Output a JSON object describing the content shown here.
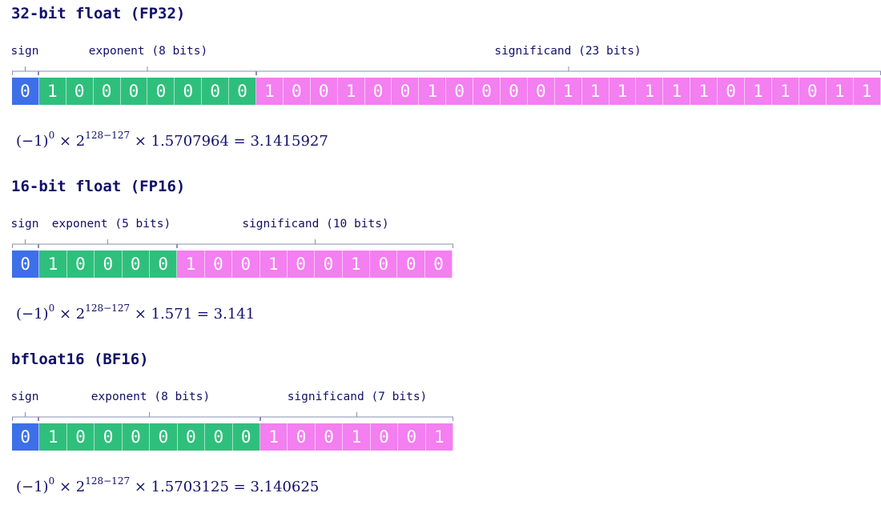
{
  "sections": [
    {
      "title": "32-bit float (FP32)",
      "labels": {
        "sign": "sign",
        "exponent": "exponent (8 bits)",
        "significand": "significand (23 bits)"
      },
      "bits": {
        "sign": [
          "0"
        ],
        "exponent": [
          "1",
          "0",
          "0",
          "0",
          "0",
          "0",
          "0",
          "0"
        ],
        "significand": [
          "1",
          "0",
          "0",
          "1",
          "0",
          "0",
          "1",
          "0",
          "0",
          "0",
          "0",
          "1",
          "1",
          "1",
          "1",
          "1",
          "1",
          "0",
          "1",
          "1",
          "0",
          "1",
          "1"
        ]
      },
      "formula": {
        "base": "(−1)",
        "sign_exp": "0",
        "times1": " × 2",
        "exp_expr": "128−127",
        "rest": " × 1.5707964 = 3.1415927"
      }
    },
    {
      "title": "16-bit float (FP16)",
      "labels": {
        "sign": "sign",
        "exponent": "exponent (5 bits)",
        "significand": "significand (10 bits)"
      },
      "bits": {
        "sign": [
          "0"
        ],
        "exponent": [
          "1",
          "0",
          "0",
          "0",
          "0"
        ],
        "significand": [
          "1",
          "0",
          "0",
          "1",
          "0",
          "0",
          "1",
          "0",
          "0",
          "0"
        ]
      },
      "formula": {
        "base": "(−1)",
        "sign_exp": "0",
        "times1": " × 2",
        "exp_expr": "128−127",
        "rest": " × 1.571 = 3.141"
      }
    },
    {
      "title": "bfloat16 (BF16)",
      "labels": {
        "sign": "sign",
        "exponent": "exponent (8 bits)",
        "significand": "significand (7 bits)"
      },
      "bits": {
        "sign": [
          "0"
        ],
        "exponent": [
          "1",
          "0",
          "0",
          "0",
          "0",
          "0",
          "0",
          "0"
        ],
        "significand": [
          "1",
          "0",
          "0",
          "1",
          "0",
          "0",
          "1"
        ]
      },
      "formula": {
        "base": "(−1)",
        "sign_exp": "0",
        "times1": " × 2",
        "exp_expr": "128−127",
        "rest": " × 1.5703125 = 3.140625"
      }
    }
  ],
  "colors": {
    "sign": "#3d6fe8",
    "exponent": "#2fbf7c",
    "significand": "#f37ff0",
    "text": "#10106a",
    "brace": "#8c8cb4"
  }
}
